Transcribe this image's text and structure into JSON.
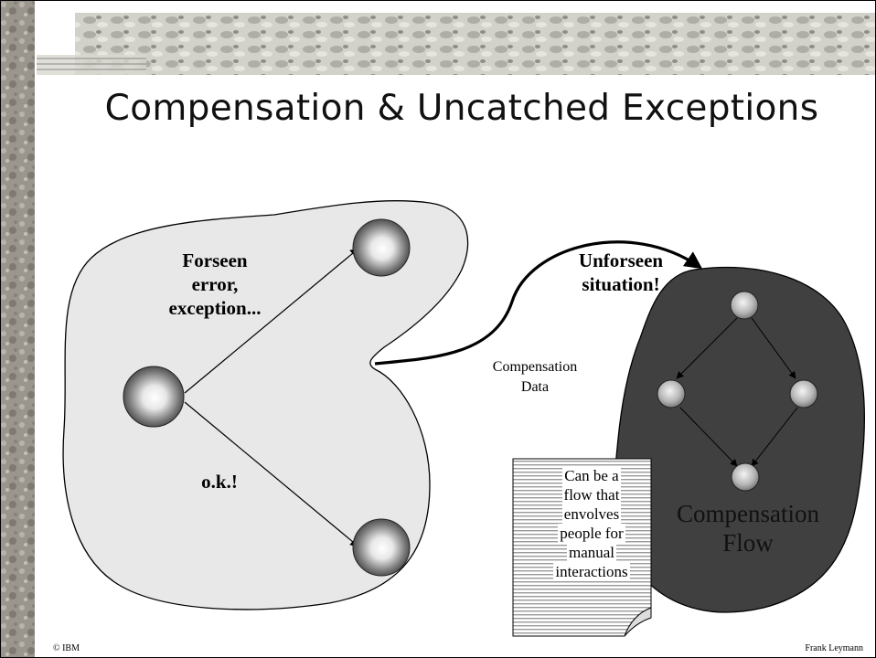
{
  "slide": {
    "title": "Compensation & Uncatched Exceptions",
    "footer_left": "© IBM",
    "footer_right": "Frank Leymann"
  },
  "diagram": {
    "label_foreseen_l1": "Forseen",
    "label_foreseen_l2": "error,",
    "label_foreseen_l3": "exception...",
    "label_ok": "o.k.!",
    "label_unforeseen_l1": "Unforseen",
    "label_unforeseen_l2": "situation!",
    "label_comp_data_l1": "Compensation",
    "label_comp_data_l2": "Data",
    "label_flow_l1": "Compensation",
    "label_flow_l2": "Flow",
    "note_lines": [
      "Can be a",
      "flow that",
      "envolves",
      "people for",
      "manual",
      "interactions"
    ]
  },
  "colors": {
    "left_blob": "#e8e8e8",
    "right_blob": "#404040",
    "left_border": "#8e8a84",
    "top_banner": "#c8c8c0"
  }
}
